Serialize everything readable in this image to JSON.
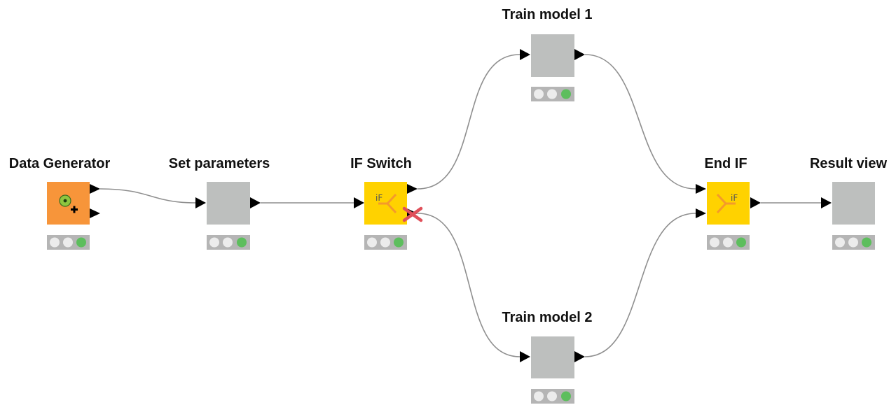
{
  "workflow": {
    "nodes": [
      {
        "id": "data-generator",
        "label": "Data Generator",
        "type": "source",
        "icon": "data-generator-icon",
        "status": "executed"
      },
      {
        "id": "set-parameters",
        "label": "Set parameters",
        "type": "metanode",
        "status": "executed"
      },
      {
        "id": "if-switch",
        "label": "IF Switch",
        "type": "if-switch",
        "icon": "if-switch-icon",
        "icon_text": "iF",
        "status": "executed",
        "inactive_port_marker": "x-mark-icon"
      },
      {
        "id": "train-model-1",
        "label": "Train model 1",
        "type": "metanode",
        "status": "executed"
      },
      {
        "id": "train-model-2",
        "label": "Train model 2",
        "type": "metanode",
        "status": "executed"
      },
      {
        "id": "end-if",
        "label": "End IF",
        "type": "end-if",
        "icon": "end-if-icon",
        "icon_text": "iF",
        "status": "executed"
      },
      {
        "id": "result-view",
        "label": "Result view",
        "type": "metanode",
        "status": "executed"
      }
    ],
    "connections": [
      {
        "from": "data-generator",
        "to": "set-parameters"
      },
      {
        "from": "set-parameters",
        "to": "if-switch"
      },
      {
        "from": "if-switch",
        "to": "train-model-1"
      },
      {
        "from": "if-switch",
        "to": "train-model-2",
        "inactive": true
      },
      {
        "from": "train-model-1",
        "to": "end-if"
      },
      {
        "from": "train-model-2",
        "to": "end-if"
      },
      {
        "from": "end-if",
        "to": "result-view"
      }
    ]
  },
  "colors": {
    "source_node": "#f7953a",
    "if_node": "#ffd200",
    "metanode": "#bdbfbe",
    "status_green": "#5dbe5d",
    "status_off": "#ececec",
    "connection": "#8f8f8f",
    "inactive_marker": "#e0505a"
  }
}
